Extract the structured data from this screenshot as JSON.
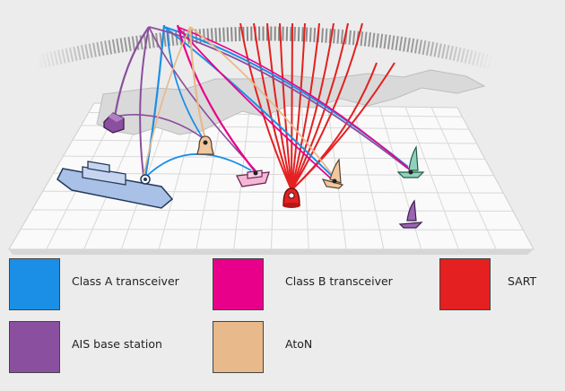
{
  "colors": {
    "class_a": "#1b8fe6",
    "class_b": "#e8008a",
    "sart": "#e42020",
    "base_station": "#8a4f9e",
    "aton": "#e8b98a",
    "background": "#ececec",
    "map_land": "#d9d9d9",
    "grid_line": "#d2d2d2"
  },
  "legend": [
    {
      "id": "class_a",
      "label": "Class A transceiver",
      "color": "#1b8fe6"
    },
    {
      "id": "class_b",
      "label": "Class B transceiver",
      "color": "#e8008a"
    },
    {
      "id": "sart",
      "label": "SART",
      "color": "#e42020"
    },
    {
      "id": "base_station",
      "label": "AIS base station",
      "color": "#8a4f9e"
    },
    {
      "id": "aton",
      "label": "AtoN",
      "color": "#e8b98a"
    }
  ],
  "scene": {
    "icons": [
      "satellite-arc",
      "ais-base-station-icon",
      "class-a-ship-icon",
      "class-b-boat-icon",
      "aton-buoy-icon",
      "sart-beacon-icon",
      "sailboat-icon"
    ]
  }
}
